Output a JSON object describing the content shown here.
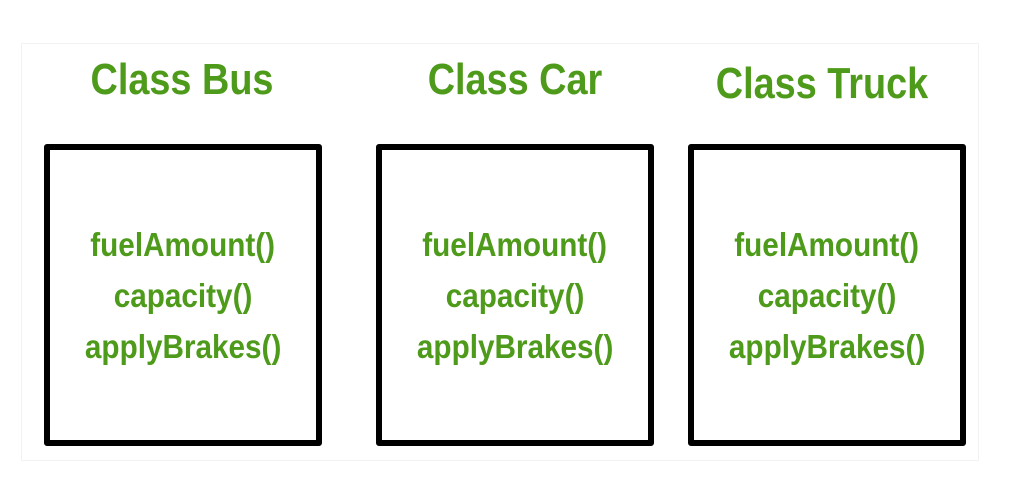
{
  "classes": [
    {
      "title": "Class Bus",
      "methods": [
        "fuelAmount()",
        "capacity()",
        "applyBrakes()"
      ]
    },
    {
      "title": "Class Car",
      "methods": [
        "fuelAmount()",
        "capacity()",
        "applyBrakes()"
      ]
    },
    {
      "title": "Class Truck",
      "methods": [
        "fuelAmount()",
        "capacity()",
        "applyBrakes()"
      ]
    }
  ],
  "colors": {
    "text": "#4e9a1a",
    "border": "#000000",
    "background": "#ffffff"
  }
}
